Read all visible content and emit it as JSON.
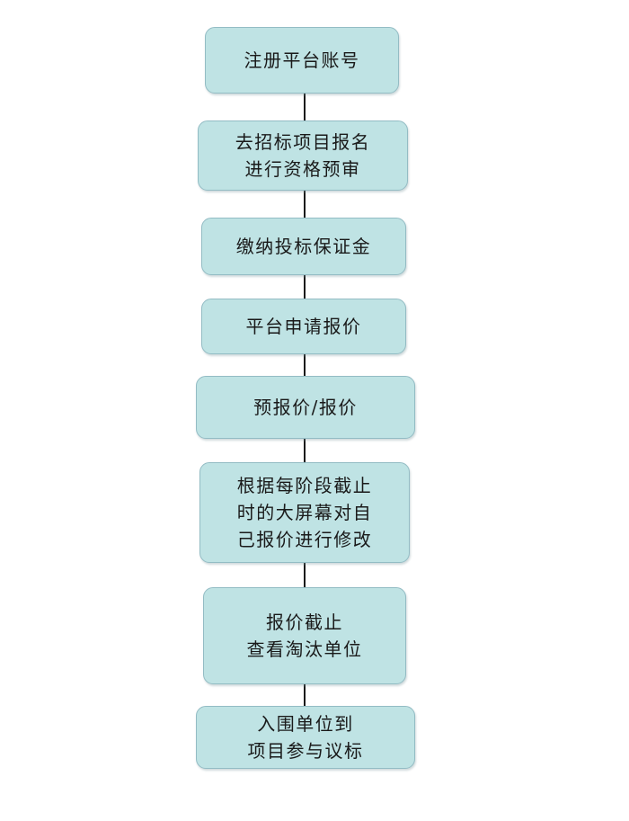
{
  "colors": {
    "box_fill": "#bfe3e4",
    "box_border": "#93bcc4",
    "connector": "#1a1a1a",
    "text": "#1a1a1a",
    "background": "#ffffff"
  },
  "steps": [
    {
      "lines": [
        "注册平台账号"
      ]
    },
    {
      "lines": [
        "去招标项目报名",
        "进行资格预审"
      ]
    },
    {
      "lines": [
        "缴纳投标保证金"
      ]
    },
    {
      "lines": [
        "平台申请报价"
      ]
    },
    {
      "lines": [
        "预报价/报价"
      ]
    },
    {
      "lines": [
        "根据每阶段截止",
        "时的大屏幕对自",
        "己报价进行修改"
      ]
    },
    {
      "lines": [
        "报价截止",
        "查看淘汰单位"
      ]
    },
    {
      "lines": [
        "入围单位到",
        "项目参与议标"
      ]
    }
  ]
}
